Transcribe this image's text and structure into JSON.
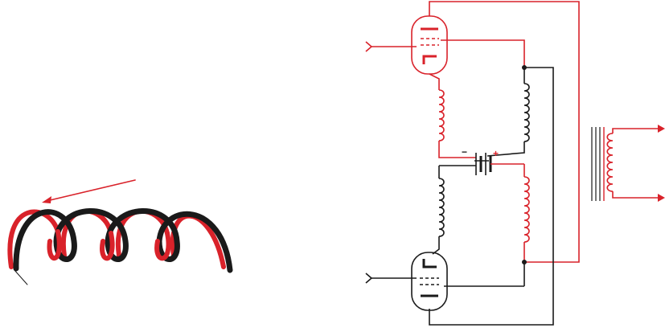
{
  "colors": {
    "primary_trace": "#d9222a",
    "secondary_trace": "#1a1a1a",
    "background": "#ffffff"
  },
  "left_figure": {
    "conductors": [
      "red",
      "black"
    ],
    "turns": 4,
    "arrow": "current-direction-arrow"
  },
  "right_figure": {
    "tubes": 2,
    "output_transformer": true,
    "battery": {
      "negative_label": "−",
      "positive_label": "+"
    }
  }
}
